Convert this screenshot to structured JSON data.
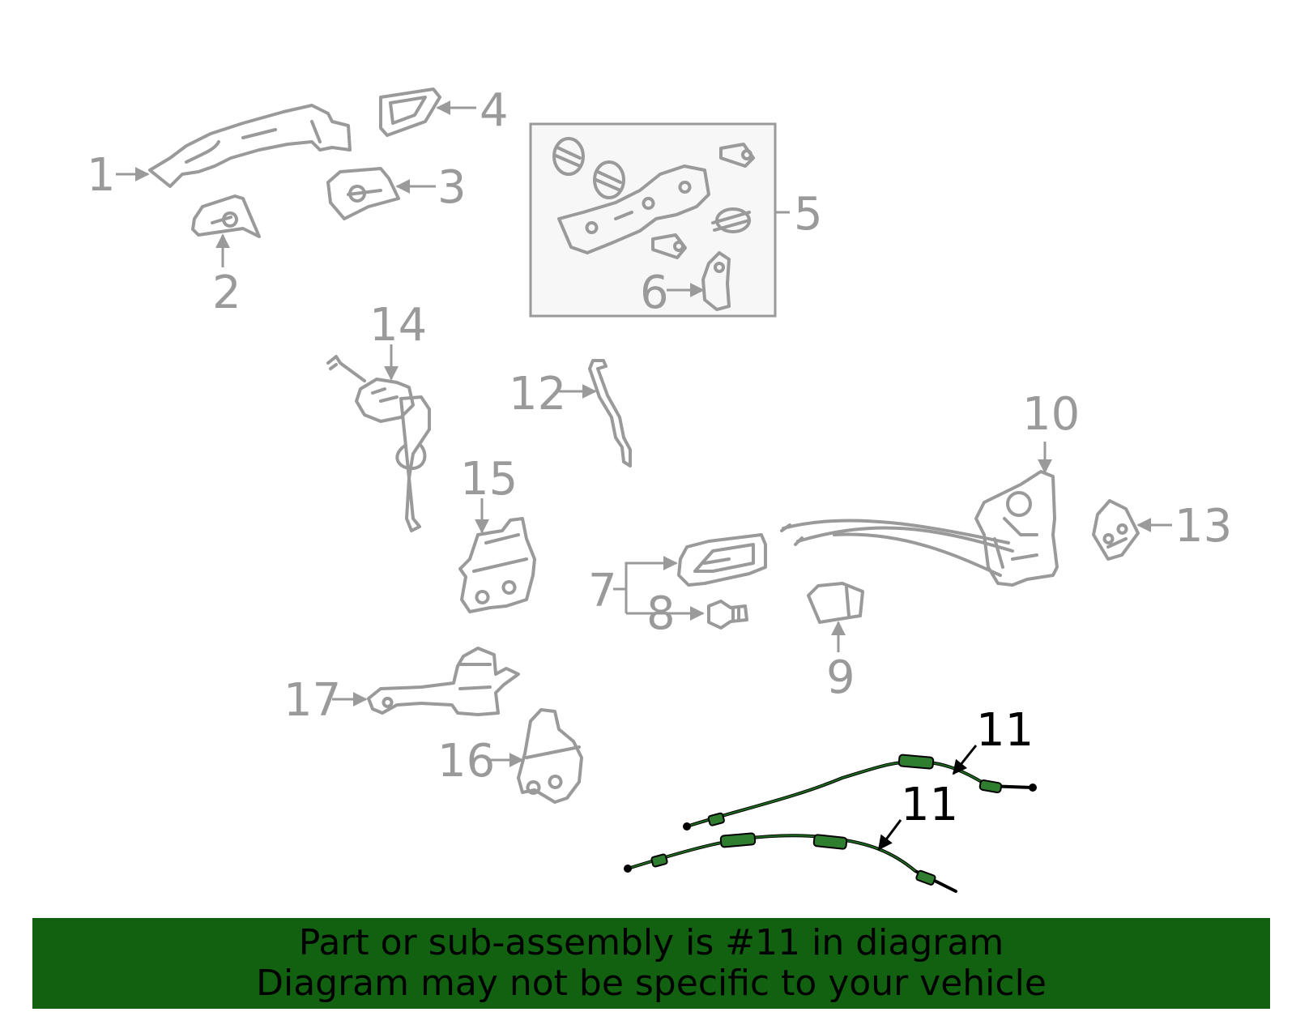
{
  "callouts": {
    "c1": "1",
    "c2": "2",
    "c3": "3",
    "c4": "4",
    "c5": "5",
    "c6": "6",
    "c7": "7",
    "c8": "8",
    "c9": "9",
    "c10": "10",
    "c11a": "11",
    "c11b": "11",
    "c12": "12",
    "c13": "13",
    "c14": "14",
    "c15": "15",
    "c16": "16",
    "c17": "17"
  },
  "banner": {
    "line1": "Part or sub-assembly is #11 in diagram",
    "line2": "Diagram may not be specific to your vehicle"
  },
  "colors": {
    "parts_gray": "#9a9a9a",
    "highlight": "#2f7d2f",
    "banner_bg": "#116111"
  },
  "icons": {
    "arrow": "arrow-icon"
  }
}
